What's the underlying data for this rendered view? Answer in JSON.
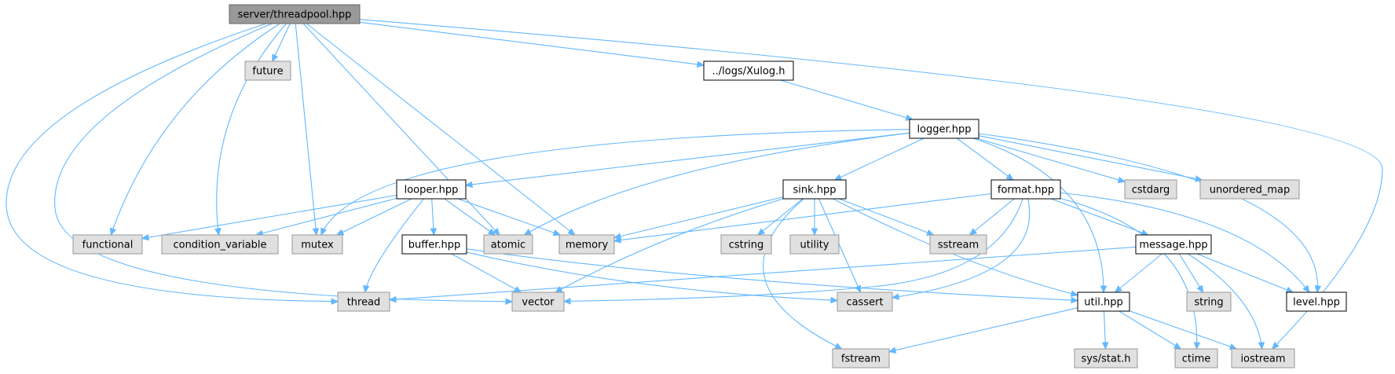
{
  "colors": {
    "root_fill": "#999999",
    "root_stroke": "#666666",
    "local_fill": "#ffffff",
    "local_stroke": "#000000",
    "system_fill": "#e0e0e0",
    "system_stroke": "#999999",
    "edge": "#63b8ff"
  },
  "nodes": {
    "threadpool": {
      "label": "server/threadpool.hpp",
      "kind": "root"
    },
    "future": {
      "label": "future",
      "kind": "system"
    },
    "xulog": {
      "label": "../logs/Xulog.h",
      "kind": "local"
    },
    "logger": {
      "label": "logger.hpp",
      "kind": "local"
    },
    "looper": {
      "label": "looper.hpp",
      "kind": "local"
    },
    "sink": {
      "label": "sink.hpp",
      "kind": "local"
    },
    "format": {
      "label": "format.hpp",
      "kind": "local"
    },
    "cstdarg": {
      "label": "cstdarg",
      "kind": "system"
    },
    "unordered_map": {
      "label": "unordered_map",
      "kind": "system"
    },
    "functional": {
      "label": "functional",
      "kind": "system"
    },
    "condition_variable": {
      "label": "condition_variable",
      "kind": "system"
    },
    "mutex": {
      "label": "mutex",
      "kind": "system"
    },
    "atomic": {
      "label": "atomic",
      "kind": "system"
    },
    "memory": {
      "label": "memory",
      "kind": "system"
    },
    "cstring": {
      "label": "cstring",
      "kind": "system"
    },
    "utility": {
      "label": "utility",
      "kind": "system"
    },
    "sstream": {
      "label": "sstream",
      "kind": "system"
    },
    "buffer": {
      "label": "buffer.hpp",
      "kind": "local"
    },
    "message": {
      "label": "message.hpp",
      "kind": "local"
    },
    "thread": {
      "label": "thread",
      "kind": "system"
    },
    "vector": {
      "label": "vector",
      "kind": "system"
    },
    "cassert": {
      "label": "cassert",
      "kind": "system"
    },
    "util": {
      "label": "util.hpp",
      "kind": "local"
    },
    "string": {
      "label": "string",
      "kind": "system"
    },
    "level": {
      "label": "level.hpp",
      "kind": "local"
    },
    "fstream": {
      "label": "fstream",
      "kind": "system"
    },
    "sysstat": {
      "label": "sys/stat.h",
      "kind": "system"
    },
    "ctime": {
      "label": "ctime",
      "kind": "system"
    },
    "iostream": {
      "label": "iostream",
      "kind": "system"
    }
  },
  "edges": [
    [
      "threadpool",
      "future"
    ],
    [
      "threadpool",
      "xulog"
    ],
    [
      "threadpool",
      "functional"
    ],
    [
      "threadpool",
      "condition_variable"
    ],
    [
      "threadpool",
      "mutex"
    ],
    [
      "threadpool",
      "atomic"
    ],
    [
      "threadpool",
      "memory"
    ],
    [
      "threadpool",
      "thread"
    ],
    [
      "threadpool",
      "vector"
    ],
    [
      "threadpool",
      "iostream"
    ],
    [
      "xulog",
      "logger"
    ],
    [
      "logger",
      "looper"
    ],
    [
      "logger",
      "sink"
    ],
    [
      "logger",
      "format"
    ],
    [
      "logger",
      "cstdarg"
    ],
    [
      "logger",
      "unordered_map"
    ],
    [
      "logger",
      "mutex"
    ],
    [
      "logger",
      "atomic"
    ],
    [
      "logger",
      "util"
    ],
    [
      "logger",
      "level"
    ],
    [
      "looper",
      "functional"
    ],
    [
      "looper",
      "condition_variable"
    ],
    [
      "looper",
      "mutex"
    ],
    [
      "looper",
      "atomic"
    ],
    [
      "looper",
      "memory"
    ],
    [
      "looper",
      "buffer"
    ],
    [
      "looper",
      "thread"
    ],
    [
      "sink",
      "memory"
    ],
    [
      "sink",
      "cstring"
    ],
    [
      "sink",
      "utility"
    ],
    [
      "sink",
      "sstream"
    ],
    [
      "sink",
      "vector"
    ],
    [
      "sink",
      "cassert"
    ],
    [
      "sink",
      "util"
    ],
    [
      "sink",
      "fstream"
    ],
    [
      "format",
      "memory"
    ],
    [
      "format",
      "sstream"
    ],
    [
      "format",
      "message"
    ],
    [
      "format",
      "vector"
    ],
    [
      "format",
      "cassert"
    ],
    [
      "format",
      "level"
    ],
    [
      "format",
      "ctime"
    ],
    [
      "buffer",
      "vector"
    ],
    [
      "buffer",
      "cassert"
    ],
    [
      "buffer",
      "util"
    ],
    [
      "message",
      "thread"
    ],
    [
      "message",
      "util"
    ],
    [
      "message",
      "string"
    ],
    [
      "message",
      "level"
    ],
    [
      "message",
      "iostream"
    ],
    [
      "util",
      "fstream"
    ],
    [
      "util",
      "sysstat"
    ],
    [
      "util",
      "ctime"
    ],
    [
      "util",
      "iostream"
    ]
  ]
}
